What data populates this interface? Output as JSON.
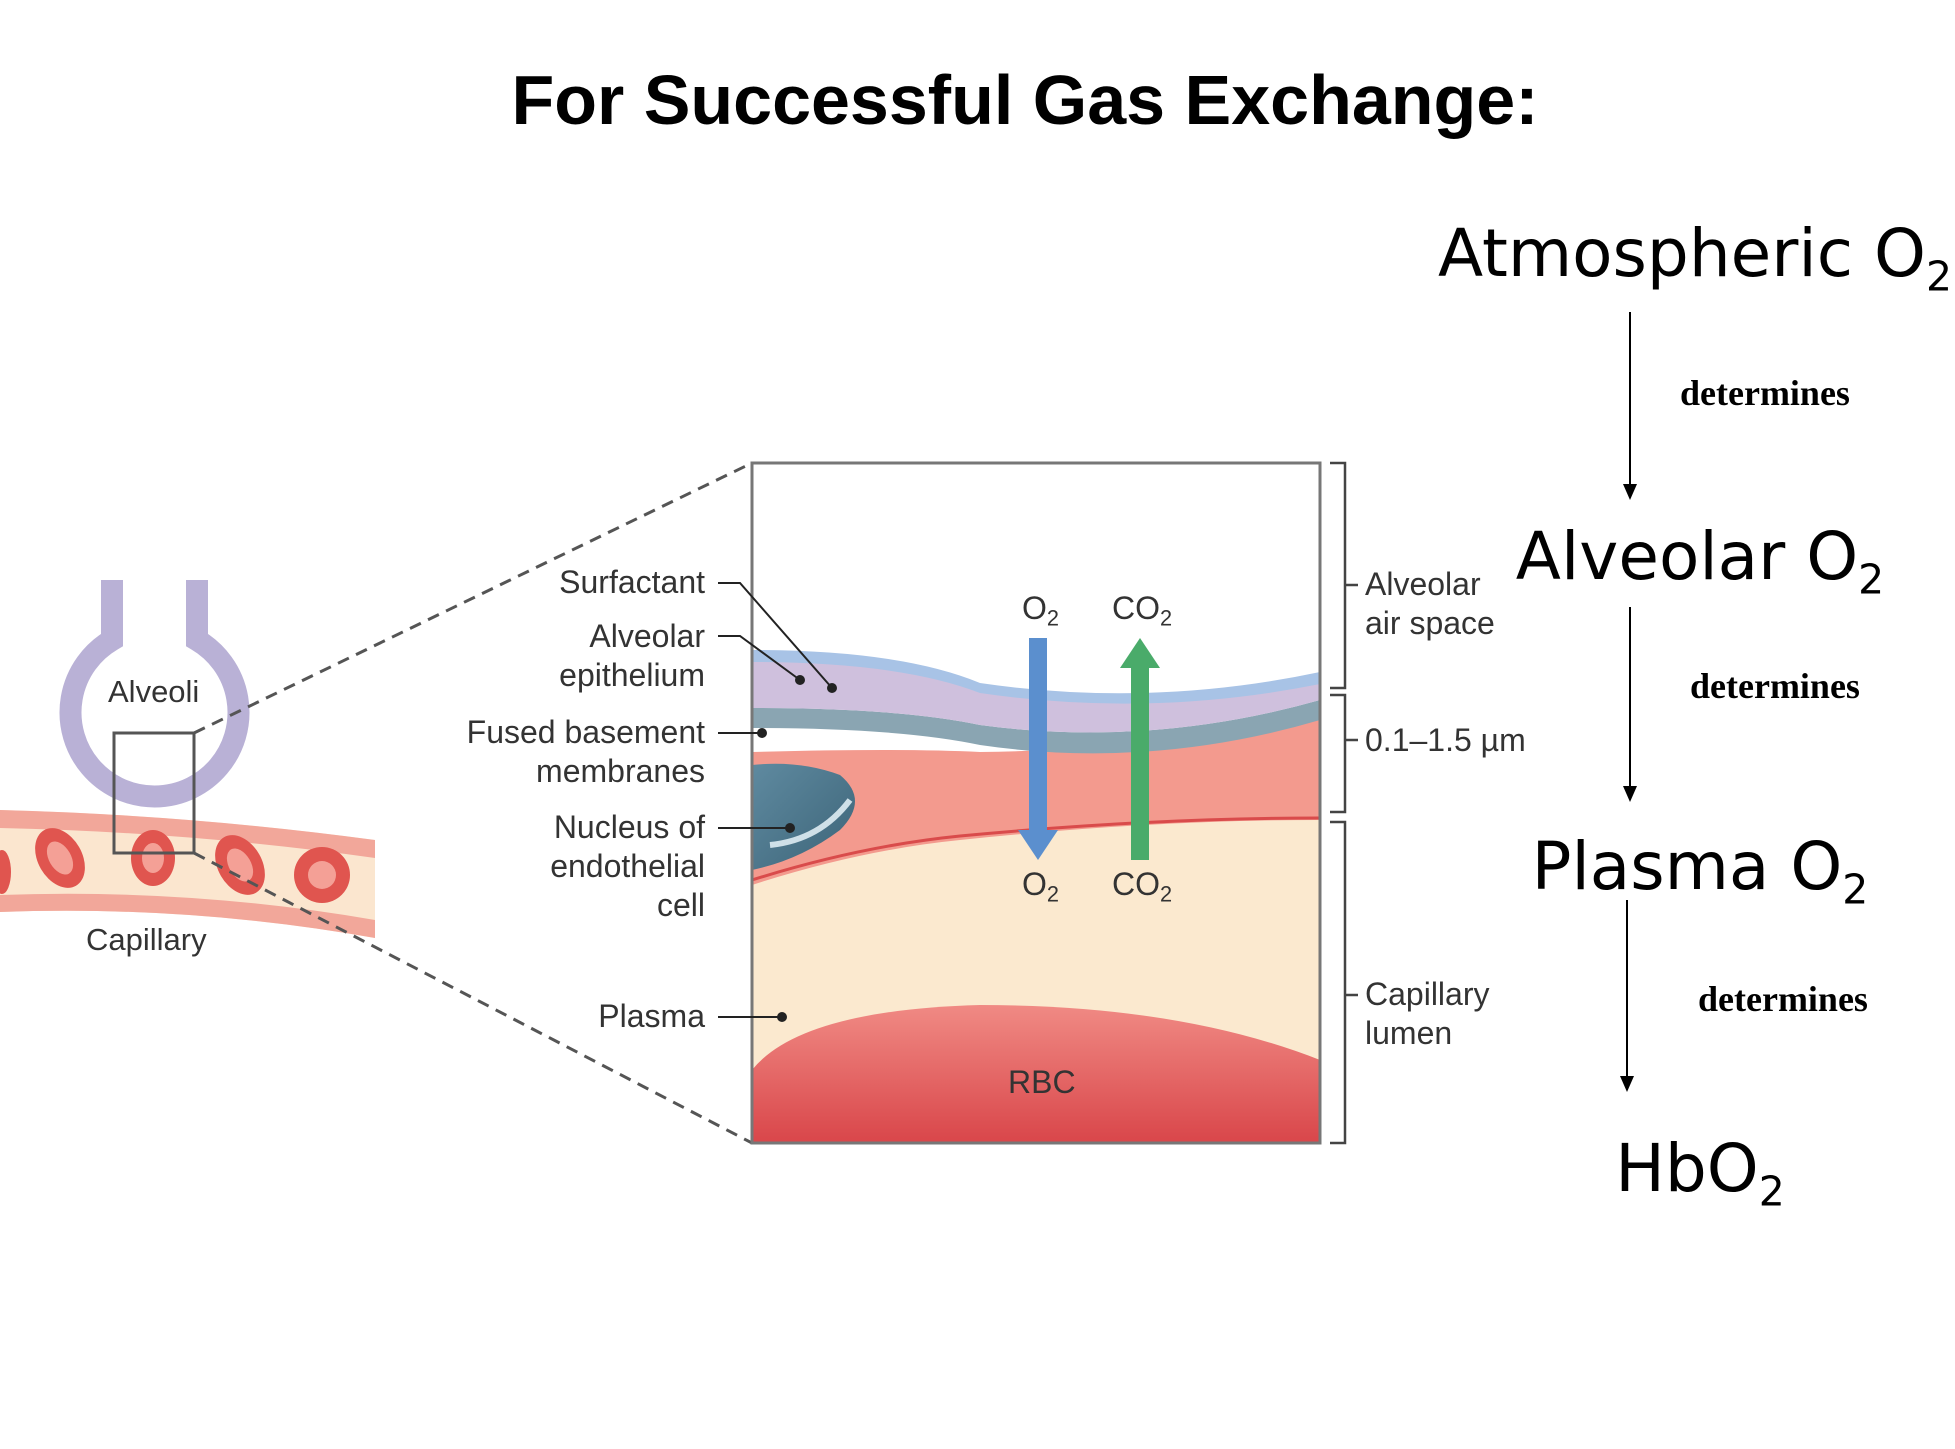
{
  "title": "For Successful Gas Exchange:",
  "chain": [
    {
      "base": "Atmospheric O",
      "sub": "2"
    },
    {
      "base": "Alveolar O",
      "sub": "2"
    },
    {
      "base": "Plasma O",
      "sub": "2"
    },
    {
      "base": "HbO",
      "sub": "2"
    }
  ],
  "arrow_label": "determines",
  "overview": {
    "alveoli": "Alveoli",
    "capillary": "Capillary"
  },
  "detail_labels": {
    "surfactant": "Surfactant",
    "alveolar_epithelium_1": "Alveolar",
    "alveolar_epithelium_2": "epithelium",
    "fused_1": "Fused basement",
    "fused_2": "membranes",
    "nucleus_1": "Nucleus of",
    "nucleus_2": "endothelial",
    "nucleus_3": "cell",
    "plasma": "Plasma",
    "rbc": "RBC"
  },
  "brackets": {
    "air_space_1": "Alveolar",
    "air_space_2": "air space",
    "thickness": "0.1–1.5 µm",
    "lumen_1": "Capillary",
    "lumen_2": "lumen"
  },
  "gases": {
    "o2_base": "O",
    "o2_sub": "2",
    "co2_base": "CO",
    "co2_sub": "2"
  },
  "colors": {
    "o2_arrow": "#5b8fce",
    "co2_arrow": "#4aab6a",
    "alveolus": "#b9b1d6",
    "rbc": "#e35a5a",
    "plasma": "#fbe9cf",
    "nucleus": "#4f7a91"
  }
}
